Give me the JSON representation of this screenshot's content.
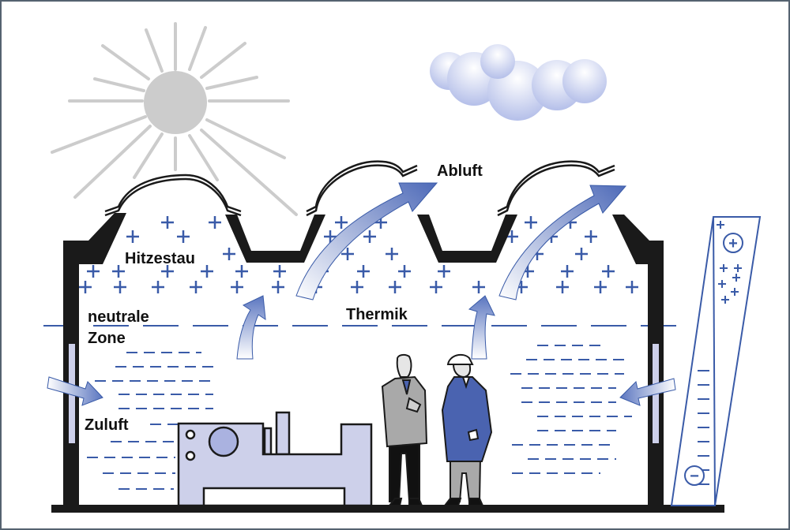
{
  "labels": {
    "abluft": "Abluft",
    "hitzestau": "Hitzestau",
    "neutrale": "neutrale",
    "zone": "Zone",
    "thermik": "Thermik",
    "zuluft": "Zuluft"
  },
  "gauge": {
    "plus_symbol": "+",
    "minus_symbol": "−"
  },
  "colors": {
    "text": "#111111",
    "wall": "#1a1a1a",
    "accent_blue": "#3a5ba8",
    "machine_fill": "#cdd0ea",
    "sun": "#cccccc",
    "frame": "#556270"
  }
}
